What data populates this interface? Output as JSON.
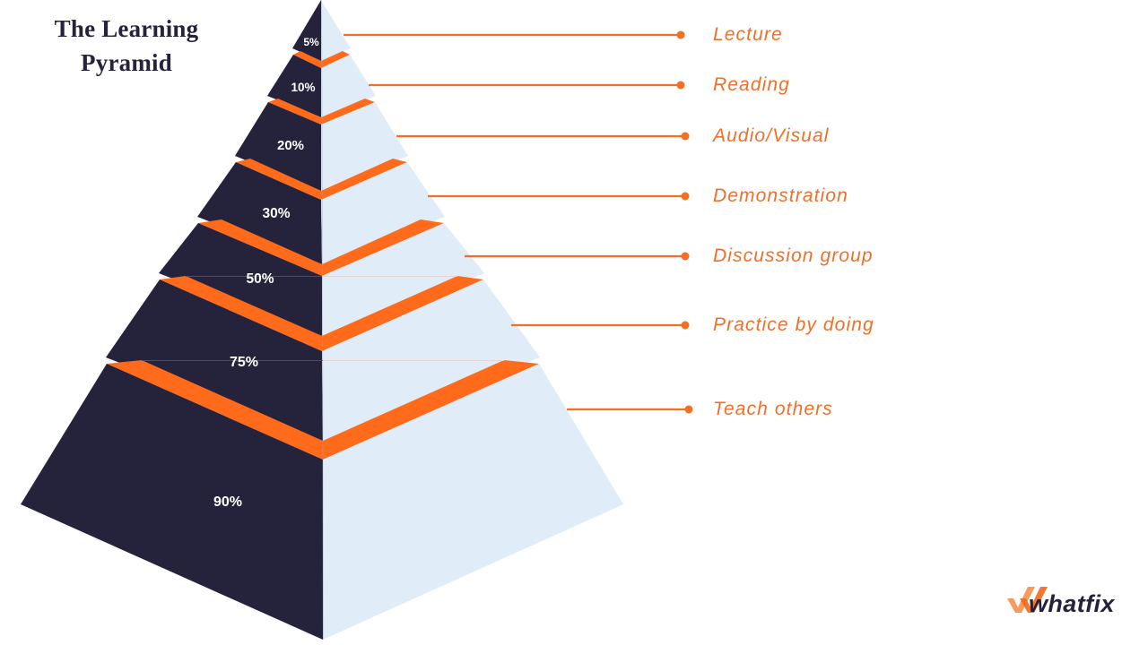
{
  "title": {
    "line1": "The Learning",
    "line2": "Pyramid"
  },
  "pyramid": {
    "levels": [
      {
        "percent": "5%",
        "method": "Lecture"
      },
      {
        "percent": "10%",
        "method": "Reading"
      },
      {
        "percent": "20%",
        "method": "Audio/Visual"
      },
      {
        "percent": "30%",
        "method": "Demonstration"
      },
      {
        "percent": "50%",
        "method": "Discussion group"
      },
      {
        "percent": "75%",
        "method": "Practice by doing"
      },
      {
        "percent": "90%",
        "method": "Teach others"
      }
    ]
  },
  "logo": {
    "text": "whatfix",
    "icon": "whatfix-w-mark-icon"
  },
  "colors": {
    "dark_face": "#25223b",
    "light_face": "#e0ecf8",
    "accent_band": "#ff6b1a",
    "label_text": "#f26f2a",
    "title_text": "#25233b"
  }
}
